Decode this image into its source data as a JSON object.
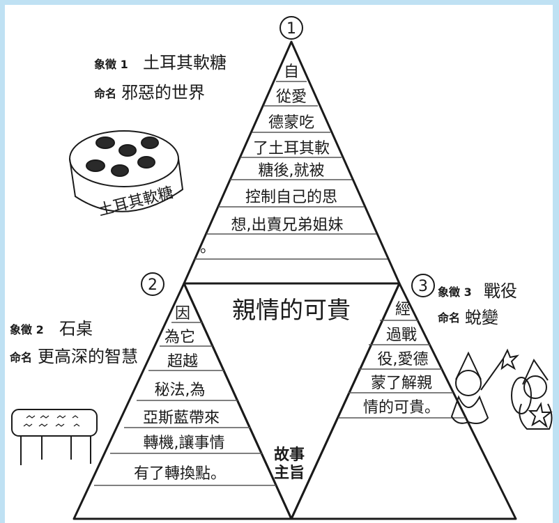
{
  "colors": {
    "border": "#bfe1f3",
    "paper": "#ffffff",
    "ink": "#1a1a1a",
    "ruling": "#555555"
  },
  "circled_numbers": [
    "1",
    "2",
    "3"
  ],
  "symbol_1": {
    "label": "象徵 1",
    "value": "土耳其軟糖"
  },
  "name_1": {
    "label": "命名",
    "value": "邪惡的世界"
  },
  "symbol_2": {
    "label": "象徵 2",
    "value": "石桌"
  },
  "name_2": {
    "label": "命名",
    "value": "更高深的智慧"
  },
  "symbol_3": {
    "label": "象徵 3",
    "value": "戰役"
  },
  "name_3": {
    "label": "命名",
    "value": "蛻變"
  },
  "drawings": {
    "candy_box_label": "土耳其軟糖",
    "table_icon": "stone-table-icon",
    "candy_icon": "turkish-delight-box-icon",
    "figures_icon": "battle-figures-icon"
  },
  "center_title": "親情的可貴",
  "story_tag": [
    "故事",
    "主旨"
  ],
  "top_lines": [
    "自",
    "從愛",
    "德蒙吃",
    "了土耳其軟",
    "糖後,就被",
    "控制自己的思",
    "想,出賣兄弟姐妹",
    "。"
  ],
  "left_lines": [
    "因",
    "為它",
    "超越",
    "秘法,為",
    "亞斯藍帶來",
    "轉機,讓事情",
    "有了轉換點。"
  ],
  "right_lines": [
    "經",
    "過戰",
    "役,愛德",
    "蒙了解親",
    "情的可貴。"
  ]
}
